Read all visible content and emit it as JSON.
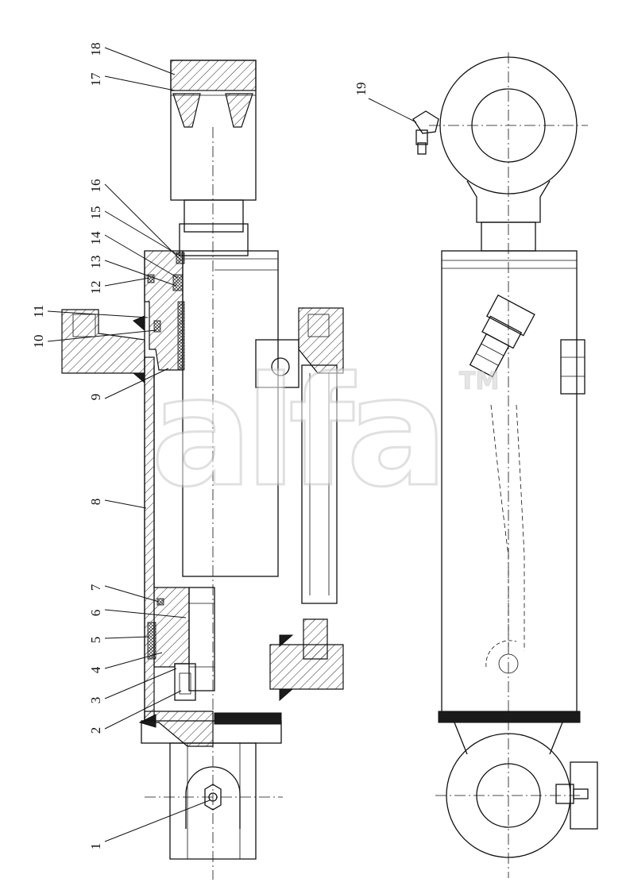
{
  "figure": {
    "part_labels": [
      "1",
      "2",
      "3",
      "4",
      "5",
      "6",
      "7",
      "8",
      "9",
      "10",
      "11",
      "12",
      "13",
      "14",
      "15",
      "16",
      "17",
      "18",
      "19"
    ]
  },
  "watermark": {
    "text": "alfa",
    "trademark": "TM"
  }
}
